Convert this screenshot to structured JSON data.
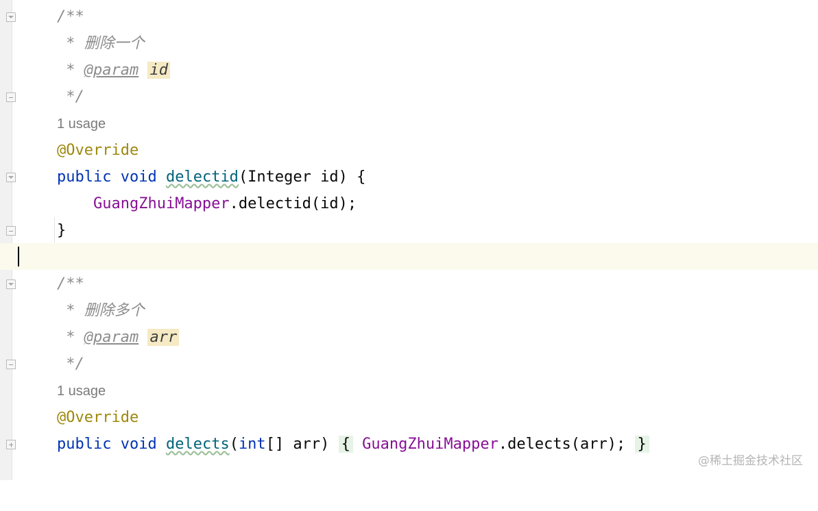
{
  "editor": {
    "lines": {
      "l1": "/**",
      "l2": "* 删除一个",
      "l3_tag": "@param",
      "l3_param": "id",
      "l4": "*/",
      "l5": "1 usage",
      "l6": "@Override",
      "l7_kw1": "public",
      "l7_kw2": "void",
      "l7_method": "delectid",
      "l7_rest": "(Integer id) {",
      "l8_field": "GuangZhuiMapper",
      "l8_rest": ".delectid(id);",
      "l9": "}",
      "l11": "/**",
      "l12": "* 删除多个",
      "l13_tag": "@param",
      "l13_param": "arr",
      "l14": "*/",
      "l15": "1 usage",
      "l16": "@Override",
      "l17_kw1": "public",
      "l17_kw2": "void",
      "l17_method": "delects",
      "l17_open": "(",
      "l17_kw3": "int",
      "l17_rest": "[] arr)",
      "l17_lbrace": "{",
      "l17_field": "GuangZhuiMapper",
      "l17_call": ".delects(arr);",
      "l17_rbrace": "}"
    }
  },
  "watermark": "@稀土掘金技术社区",
  "colors": {
    "keyword": "#0033b3",
    "annotation": "#9e880d",
    "method": "#00627a",
    "field": "#871094",
    "doc_comment": "#8c8c8c",
    "current_line": "#fcfaed"
  },
  "icons": [
    "fold-start-icon",
    "fold-end-icon",
    "fold-expand-icon"
  ]
}
